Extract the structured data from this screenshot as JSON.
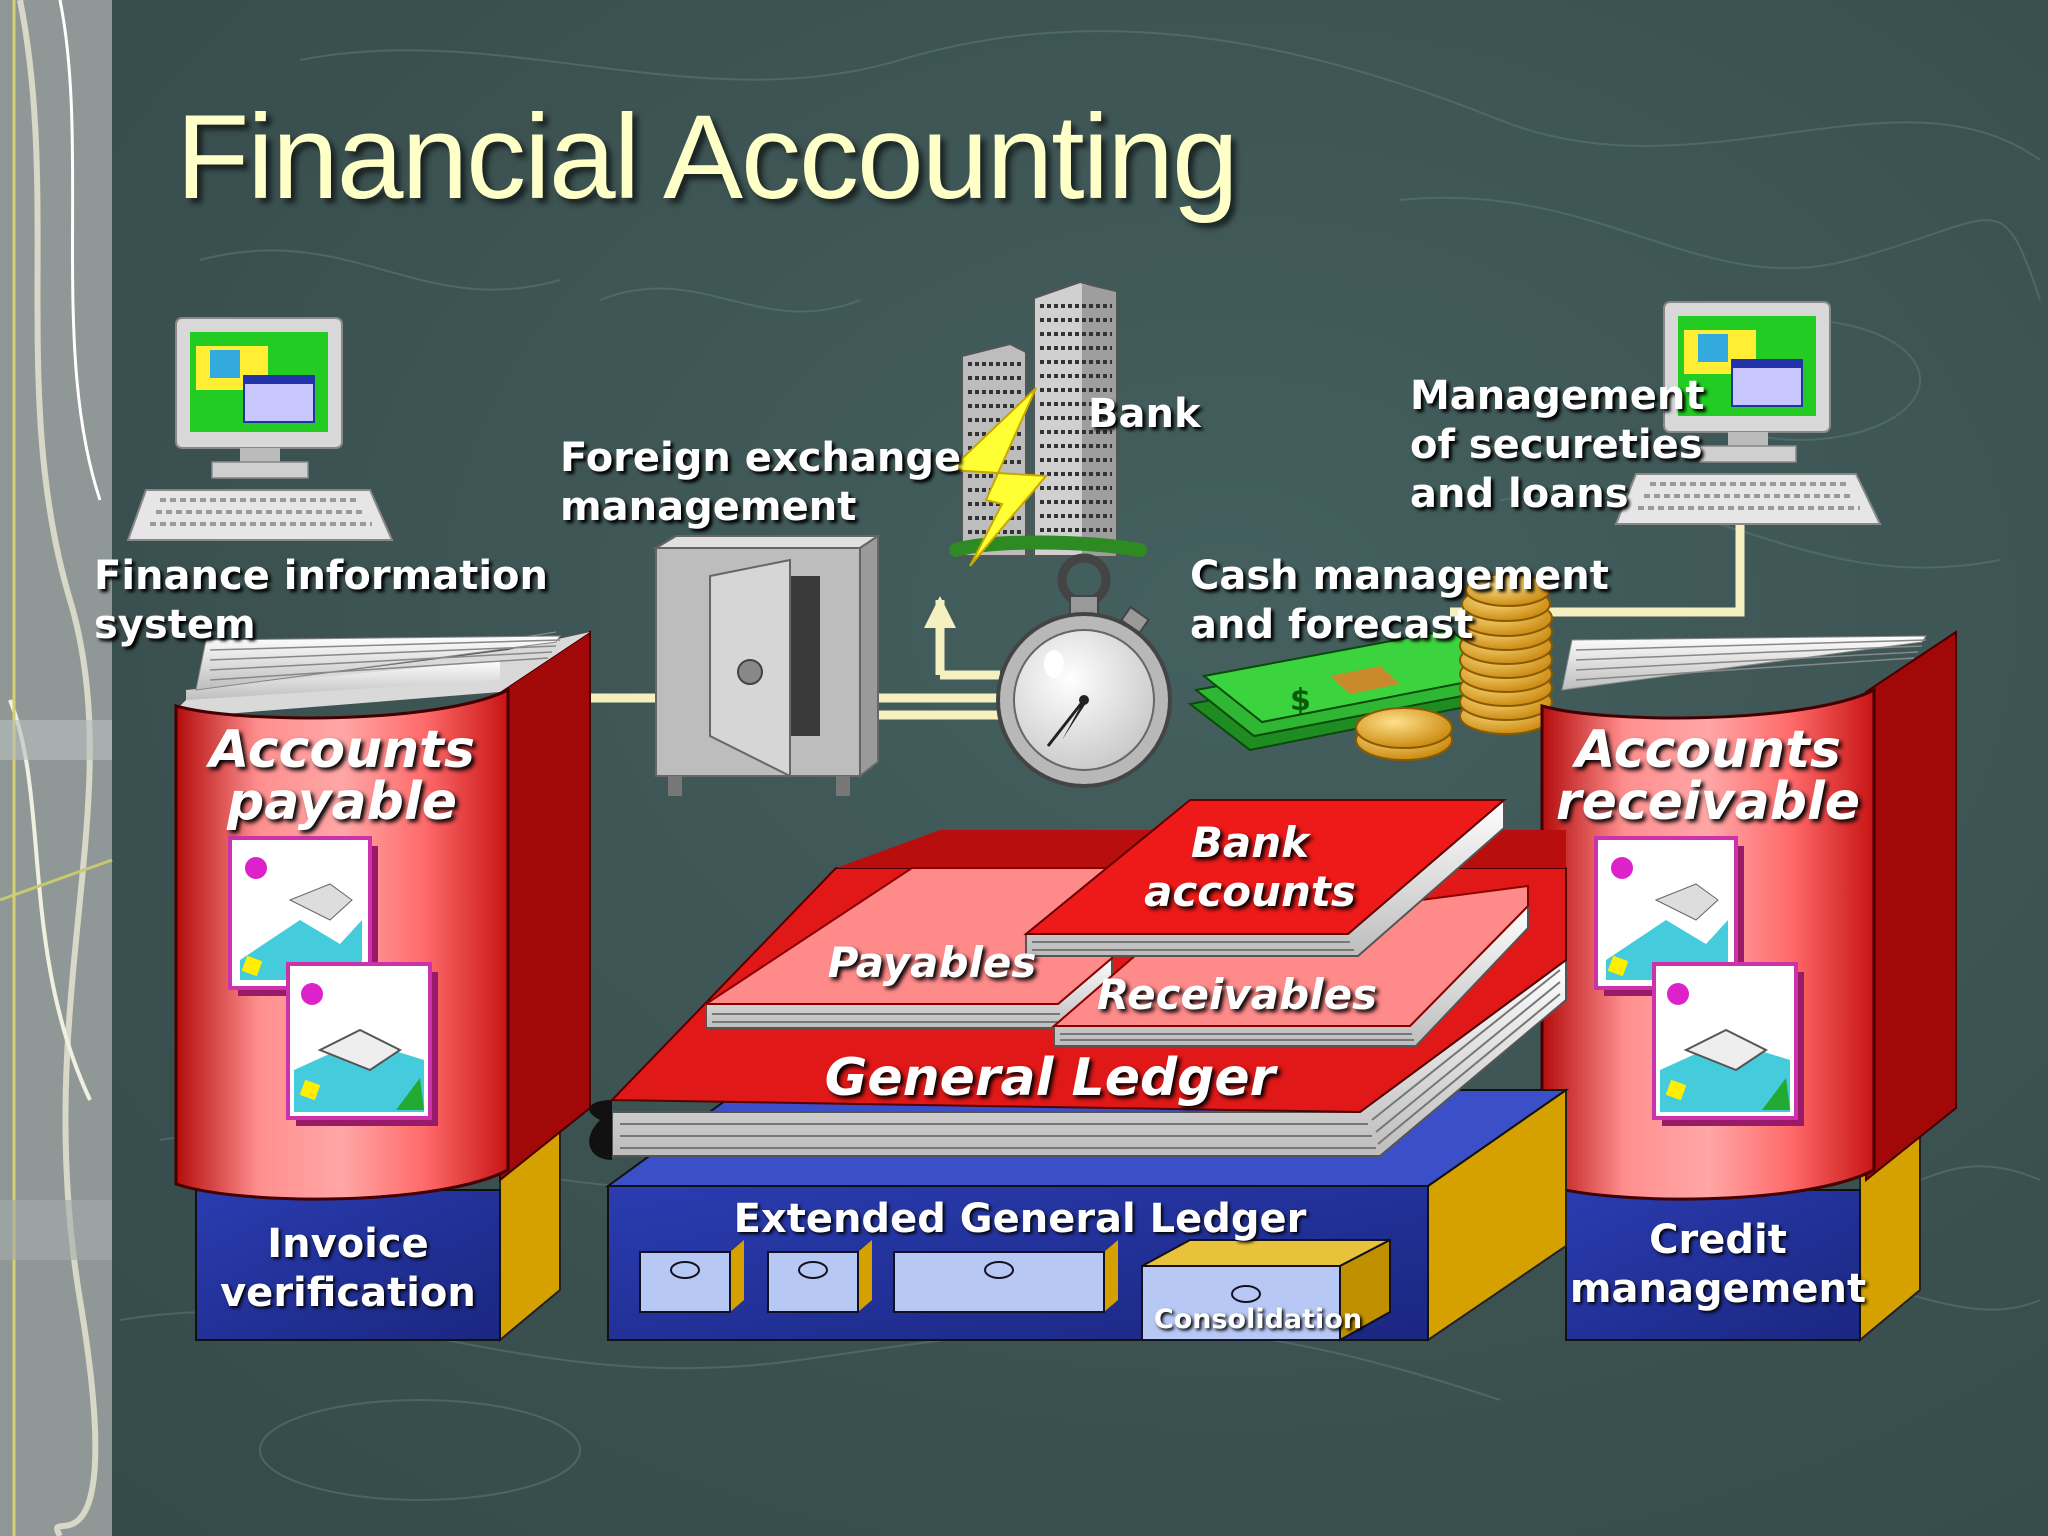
{
  "slide": {
    "title": "Financial Accounting",
    "colors": {
      "background": "#3d5554",
      "title": "#ffffc8",
      "book_red": "#e01818",
      "base_blue": "#2b3fb0",
      "base_gold": "#d4a100"
    }
  },
  "labels": {
    "finance_info_line1": "Finance information",
    "finance_info_line2": "system",
    "fx_line1": "Foreign exchange",
    "fx_line2": "management",
    "bank": "Bank",
    "securities_line1": "Management",
    "securities_line2": "of secureties",
    "securities_line3": "and loans",
    "cash_line1": "Cash management",
    "cash_line2": "and forecast"
  },
  "books": {
    "payable_line1": "Accounts",
    "payable_line2": "payable",
    "receivable_line1": "Accounts",
    "receivable_line2": "receivable"
  },
  "ledger": {
    "bank_line1": "Bank",
    "bank_line2": "accounts",
    "payables": "Payables",
    "receivables": "Receivables",
    "general_ledger": "General Ledger",
    "extended": "Extended General Ledger",
    "consolidation": "Consolidation"
  },
  "bases": {
    "invoice_line1": "Invoice",
    "invoice_line2": "verification",
    "credit_line1": "Credit",
    "credit_line2": "management"
  },
  "icons": [
    "computer-icon",
    "safe-icon",
    "bank-building-icon",
    "lightning-icon",
    "stopwatch-icon",
    "money-icon",
    "coins-icon",
    "document-icon",
    "handshake-icon"
  ]
}
